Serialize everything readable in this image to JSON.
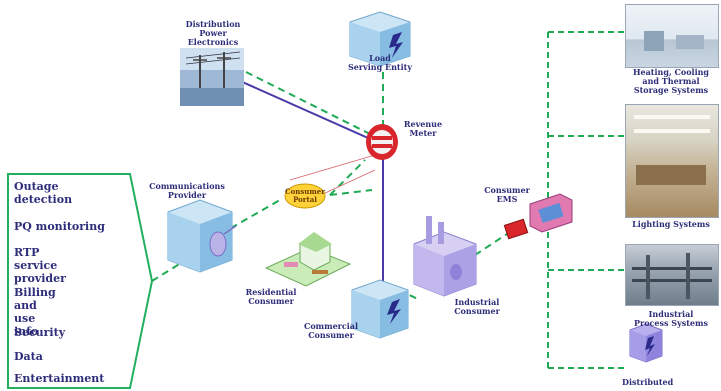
{
  "nodes": {
    "distribution": "Distribution\nPower\nElectronics",
    "load_serving": "Load\nServing Entity",
    "revenue_meter": "Revenue\nMeter",
    "comm_provider": "Communications\nProvider",
    "consumer_portal": "Consumer\nPortal",
    "consumer_ems": "Consumer\nEMS",
    "residential": "Residential\nConsumer",
    "commercial": "Commercial\nConsumer",
    "industrial": "Industrial\nConsumer"
  },
  "systems": {
    "hvac": "Heating, Cooling\nand Thermal\nStorage Systems",
    "lighting": "Lighting Systems",
    "industrial_process": "Industrial\nProcess Systems",
    "distributed": "Distributed"
  },
  "services": [
    "Outage\ndetection",
    "PQ monitoring",
    "RTP service\nprovider",
    "Billing and\nuse info",
    "Security",
    "Data",
    "Entertainment"
  ],
  "colors": {
    "power_line": "#4a3aa8",
    "comm_line": "#1faa55",
    "label": "#2d2d7a",
    "service_border": "#22b060"
  }
}
